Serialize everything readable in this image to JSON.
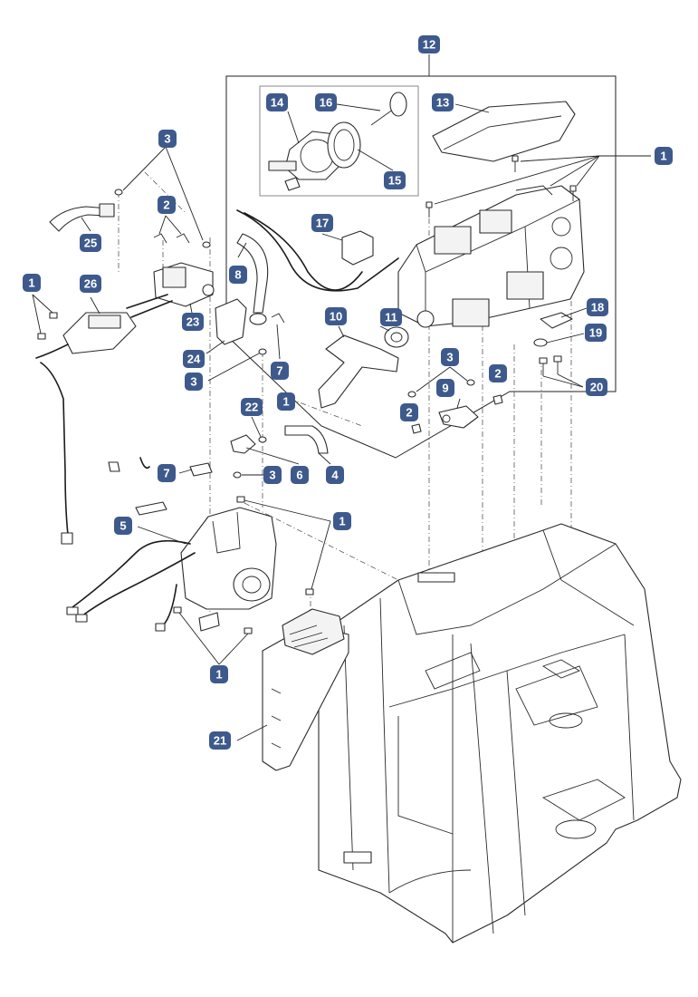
{
  "diagram": {
    "callout_color": "#3e5a8c",
    "callouts": [
      {
        "label": "12"
      },
      {
        "label": "14"
      },
      {
        "label": "16"
      },
      {
        "label": "13"
      },
      {
        "label": "15"
      },
      {
        "label": "1"
      },
      {
        "label": "3"
      },
      {
        "label": "2"
      },
      {
        "label": "25"
      },
      {
        "label": "17"
      },
      {
        "label": "8"
      },
      {
        "label": "1"
      },
      {
        "label": "26"
      },
      {
        "label": "23"
      },
      {
        "label": "24"
      },
      {
        "label": "10"
      },
      {
        "label": "11"
      },
      {
        "label": "18"
      },
      {
        "label": "19"
      },
      {
        "label": "3"
      },
      {
        "label": "3"
      },
      {
        "label": "7"
      },
      {
        "label": "2"
      },
      {
        "label": "9"
      },
      {
        "label": "20"
      },
      {
        "label": "1"
      },
      {
        "label": "22"
      },
      {
        "label": "2"
      },
      {
        "label": "7"
      },
      {
        "label": "3"
      },
      {
        "label": "6"
      },
      {
        "label": "4"
      },
      {
        "label": "1"
      },
      {
        "label": "5"
      },
      {
        "label": "1"
      },
      {
        "label": "21"
      }
    ]
  }
}
